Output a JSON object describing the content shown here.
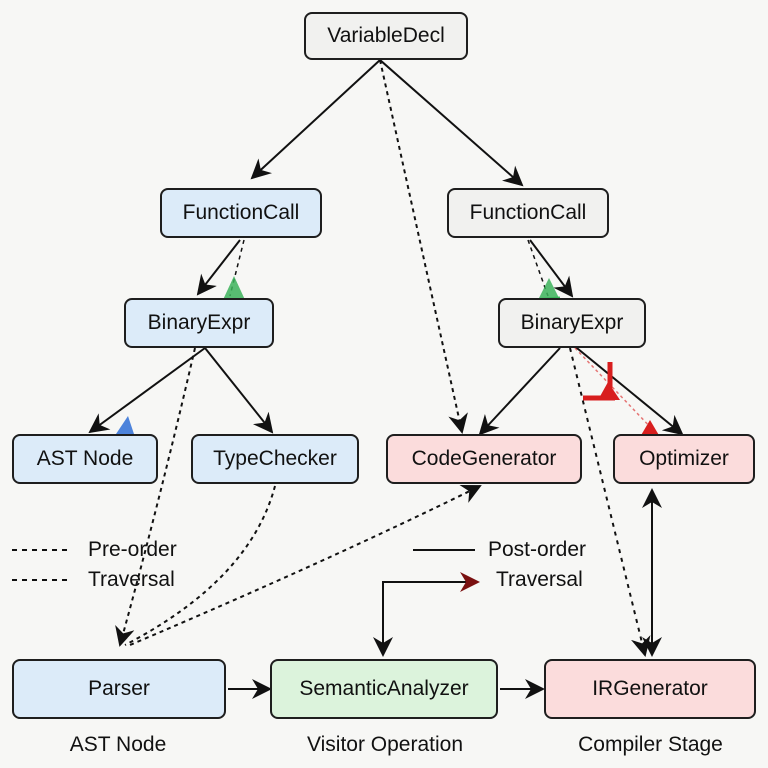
{
  "nodes": {
    "variable_decl": "VariableDecl",
    "function_call_left": "FunctionCall",
    "function_call_right": "FunctionCall",
    "binary_expr_left": "BinaryExpr",
    "binary_expr_right": "BinaryExpr",
    "ast_node": "AST Node",
    "type_checker": "TypeChecker",
    "code_generator": "CodeGenerator",
    "optimizer": "Optimizer",
    "parser": "Parser",
    "semantic_analyzer": "SemanticAnalyzer",
    "ir_generator": "IRGenerator"
  },
  "legend": {
    "preorder_line1": "Pre-order",
    "preorder_line2": "Traversal",
    "postorder_line1": "Post-order",
    "postorder_line2": "Traversal"
  },
  "captions": {
    "left": "AST Node",
    "middle": "Visitor Operation",
    "right": "Compiler Stage"
  },
  "colors": {
    "gray_node": "#f1f1ef",
    "blue_node": "#dcebf9",
    "red_node": "#fbdcdc",
    "green_node": "#dcf3dc",
    "marker_green": "#3cb35a",
    "marker_blue": "#2f6fd6",
    "marker_red": "#d81e1e",
    "arrow_darkred": "#7a1010"
  }
}
